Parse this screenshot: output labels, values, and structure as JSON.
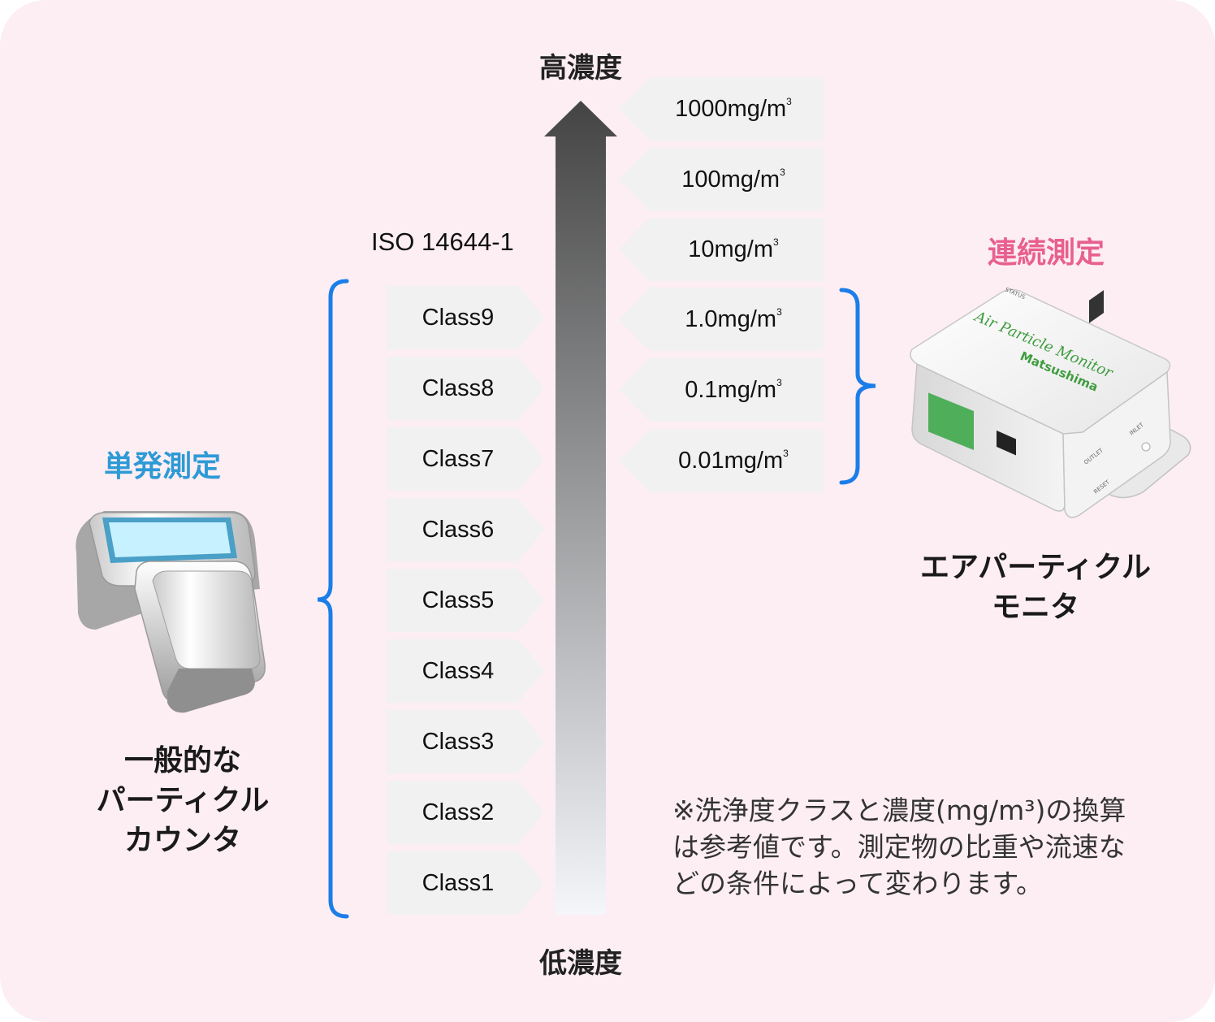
{
  "axis": {
    "high_label": "高濃度",
    "low_label": "低濃度"
  },
  "iso_standard": "ISO 14644-1",
  "iso_classes": [
    "Class9",
    "Class8",
    "Class7",
    "Class6",
    "Class5",
    "Class4",
    "Class3",
    "Class2",
    "Class1"
  ],
  "concentrations": [
    {
      "value": "1000mg/m",
      "unit_sup": "3"
    },
    {
      "value": "100mg/m",
      "unit_sup": "3"
    },
    {
      "value": "10mg/m",
      "unit_sup": "3"
    },
    {
      "value": "1.0mg/m",
      "unit_sup": "3"
    },
    {
      "value": "0.1mg/m",
      "unit_sup": "3"
    },
    {
      "value": "0.01mg/m",
      "unit_sup": "3"
    }
  ],
  "single_measurement": {
    "heading": "単発測定",
    "device_lines": [
      "一般的な",
      "パーティクル",
      "カウンタ"
    ]
  },
  "continuous_measurement": {
    "heading": "連続測定",
    "device_lines": [
      "エアパーティクル",
      "モニタ"
    ],
    "device_print": {
      "logo": "Air Particle Monitor",
      "brand": "Matsushima",
      "port_outlet": "OUTLET",
      "port_inlet": "INLET",
      "reset": "RESET",
      "status": "STATUS"
    }
  },
  "note_lines": [
    "※洗浄度クラスと濃度(mg/m³)の換算",
    "は参考値です。測定物の比重や流速な",
    "どの条件によって変わります。"
  ],
  "colors": {
    "background": "#fdeef3",
    "bracket": "#1b7ee8",
    "heading_single": "#2e9ad6",
    "heading_continuous": "#e8608f",
    "arrow_top": "#444444",
    "arrow_bottom": "#f4f6fa"
  }
}
